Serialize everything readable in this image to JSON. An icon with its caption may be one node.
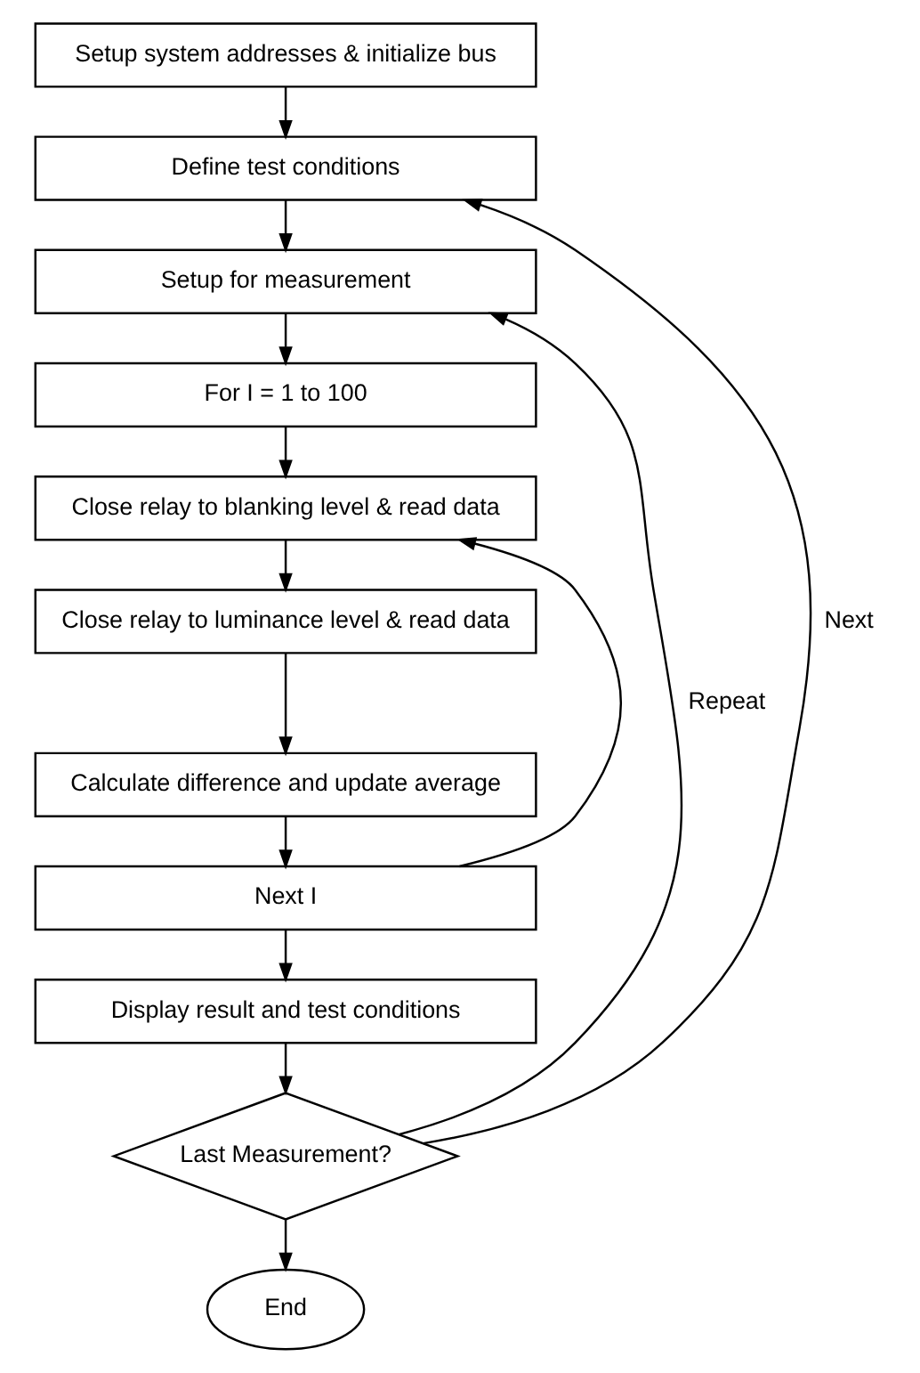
{
  "diagram": {
    "nodes": [
      {
        "text": [
          "Setup system addresses & initialize bus"
        ]
      },
      {
        "text": [
          "Define test conditions"
        ]
      },
      {
        "text": [
          "Setup for measurement"
        ]
      },
      {
        "text": [
          "For I = 1 to 100"
        ]
      },
      {
        "text": [
          "Close relay to blanking level & read data"
        ]
      },
      {
        "text": [
          "Close relay to luminance level & read data"
        ]
      },
      {
        "text": [
          "Calculate difference and update average"
        ]
      },
      {
        "text": [
          "Next I"
        ]
      },
      {
        "text": [
          "Display result and test conditions"
        ]
      },
      {
        "text": [
          "Last Measurement?"
        ]
      },
      {
        "text": [
          "End"
        ]
      }
    ],
    "edges": [
      {
        "from": 0,
        "to": 1,
        "arrow": "to"
      },
      {
        "from": 1,
        "to": 2,
        "arrow": "to"
      },
      {
        "from": 2,
        "to": 3,
        "arrow": "to"
      },
      {
        "from": 3,
        "to": 4,
        "arrow": "to"
      },
      {
        "from": 4,
        "to": 5,
        "arrow": "to"
      },
      {
        "from": 5,
        "to": 6,
        "arrow": "to"
      },
      {
        "from": 6,
        "to": 7,
        "arrow": "to"
      },
      {
        "from": 7,
        "to": 4,
        "arrow": "to"
      },
      {
        "from": 7,
        "to": 8,
        "arrow": "to"
      },
      {
        "from": 8,
        "to": 9,
        "arrow": "to"
      },
      {
        "from": 9,
        "to": 1,
        "arrow": "to",
        "label": "Next"
      },
      {
        "from": 9,
        "to": 2,
        "arrow": "to",
        "label": "Repeat"
      },
      {
        "from": 9,
        "to": 10,
        "arrow": "to"
      }
    ]
  }
}
